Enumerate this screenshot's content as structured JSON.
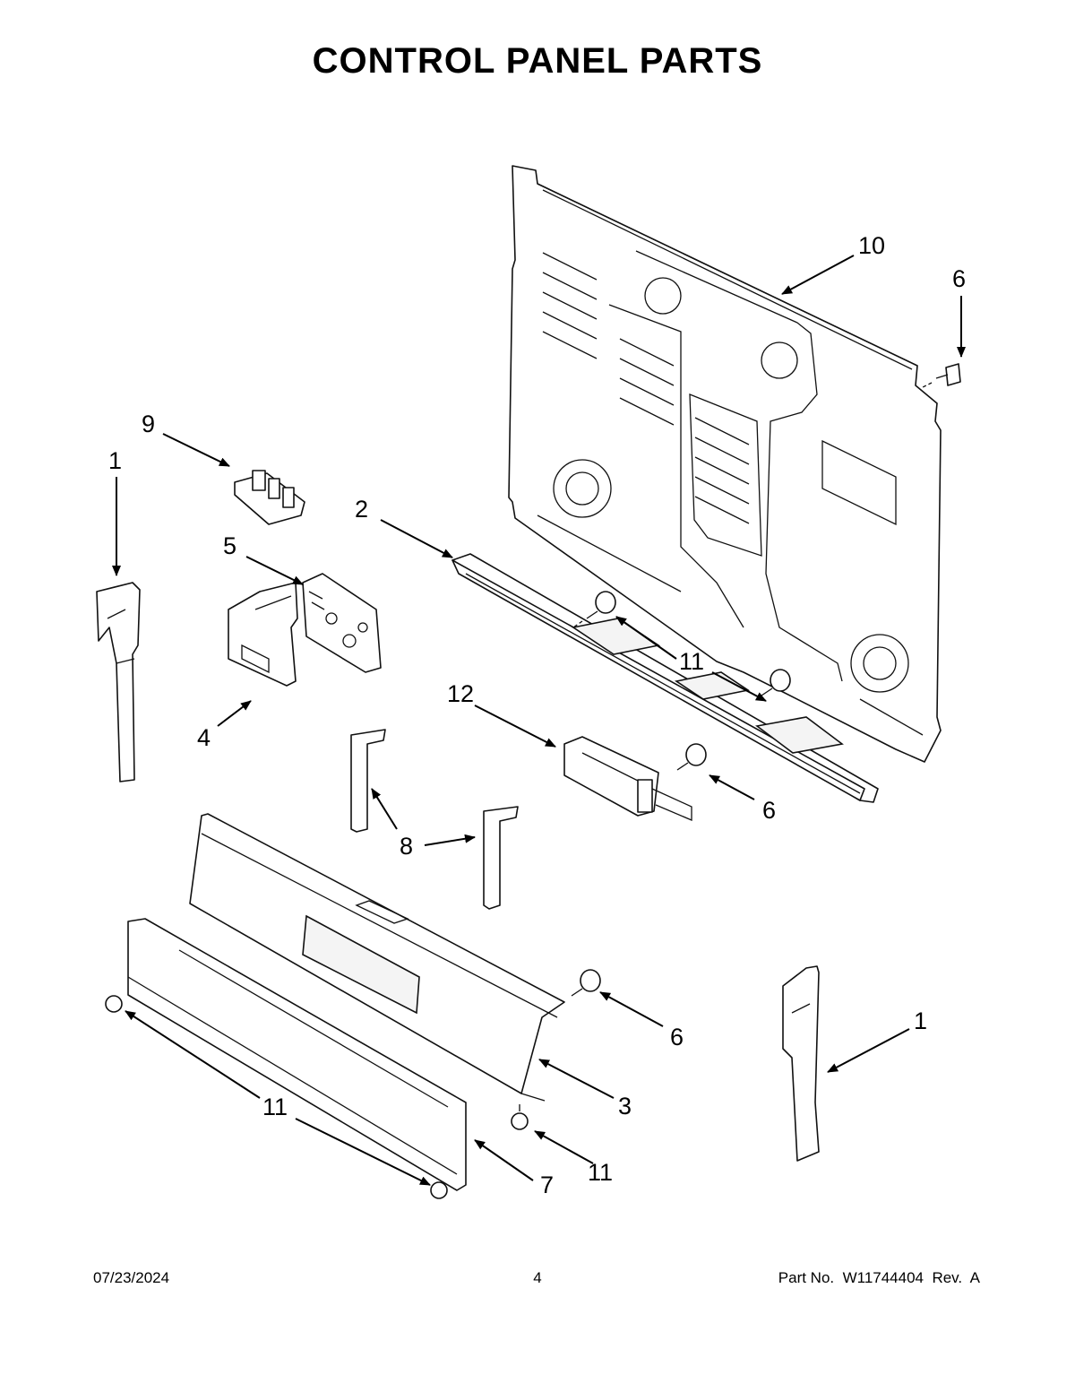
{
  "title": "CONTROL PANEL PARTS",
  "callouts": {
    "c1_left": "1",
    "c1_right": "1",
    "c2": "2",
    "c3": "3",
    "c4": "4",
    "c5": "5",
    "c6_top": "6",
    "c6_mid": "6",
    "c6_low": "6",
    "c7": "7",
    "c8": "8",
    "c9": "9",
    "c10": "10",
    "c11_mid": "11",
    "c11_left": "11",
    "c11_low": "11",
    "c12": "12"
  },
  "footer": {
    "date": "07/23/2024",
    "page": "4",
    "part_no": "Part No.  W11744404  Rev.  A"
  }
}
